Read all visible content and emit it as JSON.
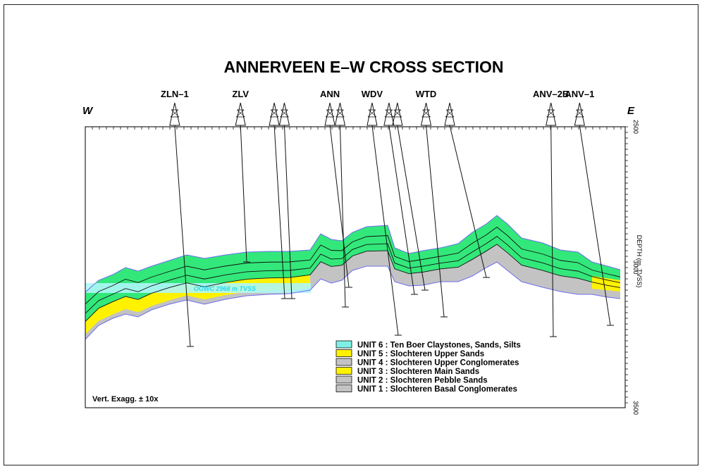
{
  "title": "ANNERVEEN E–W CROSS SECTION",
  "directions": {
    "west": "W",
    "east": "E"
  },
  "wells": [
    {
      "name": "ZLN–1",
      "km": 26.5,
      "label": "ZLN–1"
    },
    {
      "name": "ZLV",
      "km": 46,
      "label": "ZLV"
    },
    {
      "name": "ZLV-b",
      "km": 56,
      "label": ""
    },
    {
      "name": "ZLV-c",
      "km": 59,
      "label": ""
    },
    {
      "name": "ANN",
      "km": 72.5,
      "label": "ANN"
    },
    {
      "name": "ANN-b",
      "km": 75.5,
      "label": ""
    },
    {
      "name": "WDV",
      "km": 85,
      "label": "WDV"
    },
    {
      "name": "WDV-b",
      "km": 90,
      "label": ""
    },
    {
      "name": "WDV-c",
      "km": 92.5,
      "label": ""
    },
    {
      "name": "WTD",
      "km": 101,
      "label": "WTD"
    },
    {
      "name": "WTD-b",
      "km": 108,
      "label": ""
    },
    {
      "name": "ANV–2B",
      "km": 138,
      "label": "ANV–2B"
    },
    {
      "name": "ANV–1",
      "km": 146.5,
      "label": "ANV–1"
    }
  ],
  "depth_axis": {
    "label": "DEPTH (m, TVSS)",
    "min": 2500,
    "max": 3500,
    "ticks": [
      2500,
      3000,
      3500
    ]
  },
  "annotation": "OGWC 2968 m TVSS",
  "vertical_exaggeration": "Vert. Exagg. ± 10x",
  "legend": [
    {
      "label": "UNIT 6 : Ten Boer Claystones, Sands, Silts",
      "color": "#7ff0e6"
    },
    {
      "label": "UNIT 5 : Slochteren Upper Sands",
      "color": "#fff200"
    },
    {
      "label": "UNIT 4 : Slochteren Upper Conglomerates",
      "color": "#c3c3c3"
    },
    {
      "label": "UNIT 3 : Slochteren Main Sands",
      "color": "#fff200"
    },
    {
      "label": "UNIT 2 : Slochteren Pebble Sands",
      "color": "#c3c3c3"
    },
    {
      "label": "UNIT 1 : Slochteren Basal Conglomerates",
      "color": "#c3c3c3"
    }
  ],
  "colors": {
    "reservoir_green": "#33e87a",
    "gas_cyan": "#aef6f8",
    "sand_yellow": "#fff200",
    "conglomerate_gray": "#c3c3c3",
    "contour_blue": "#6c6cf0"
  }
}
